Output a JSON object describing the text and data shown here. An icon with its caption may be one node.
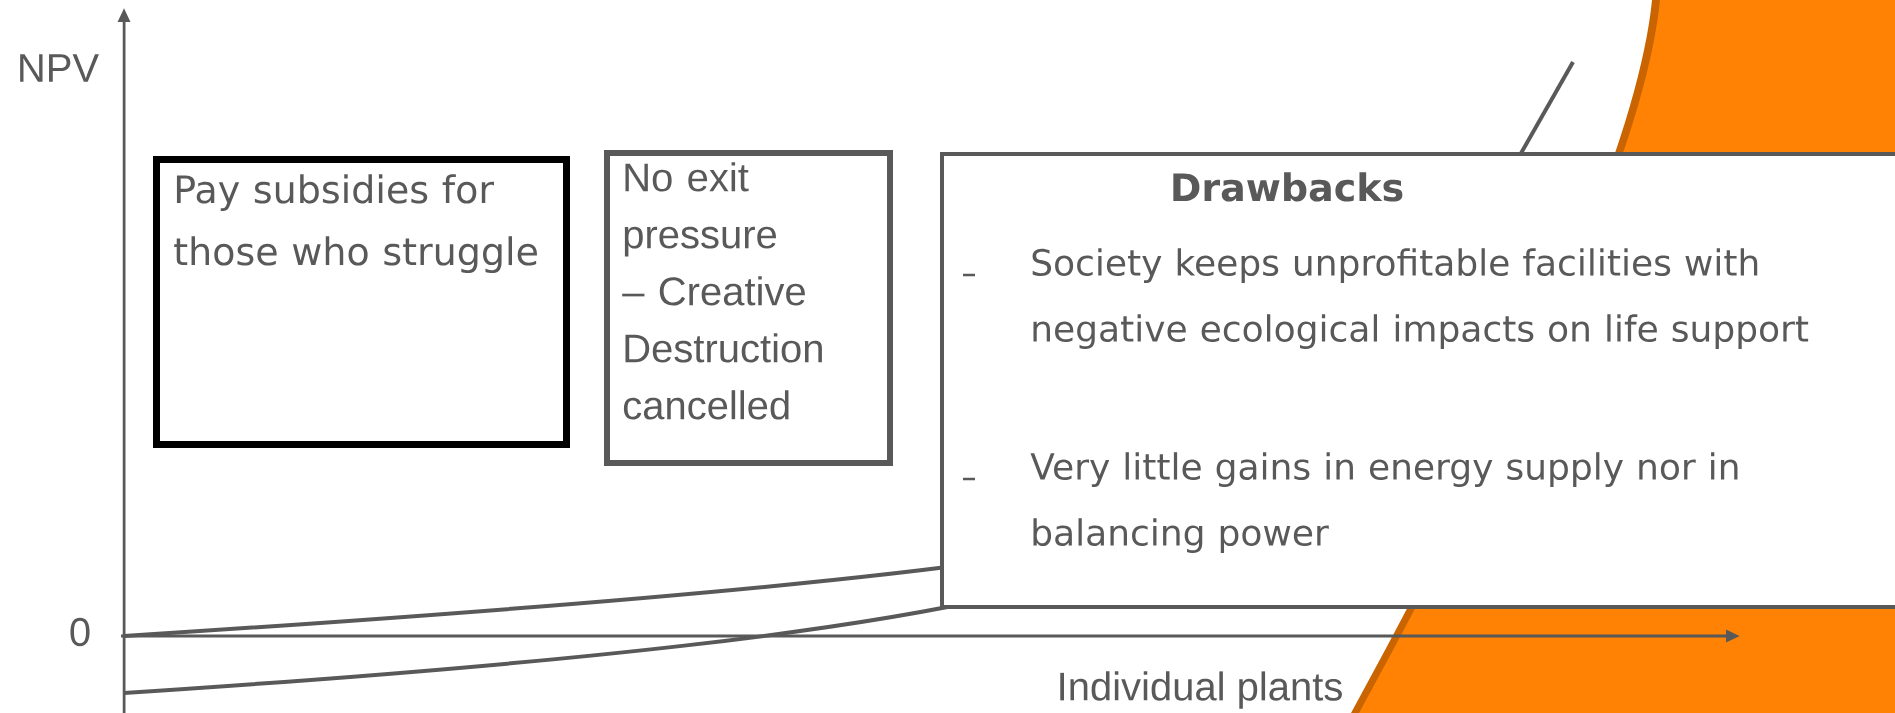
{
  "diagram": {
    "nodes": [
      {
        "text": [
          "Pay subsidies for those who struggle"
        ]
      },
      {
        "text": [
          "No exit pressure – Creative Destruction cancelled"
        ]
      },
      {
        "text": [
          "Drawbacks",
          "Society keeps unprofitable facilities with negative ecological impacts on life support",
          "Very little gains in energy supply nor in balancing power"
        ]
      }
    ],
    "edges": [],
    "labels": [
      "NPV",
      "0",
      "Individual plants"
    ]
  }
}
